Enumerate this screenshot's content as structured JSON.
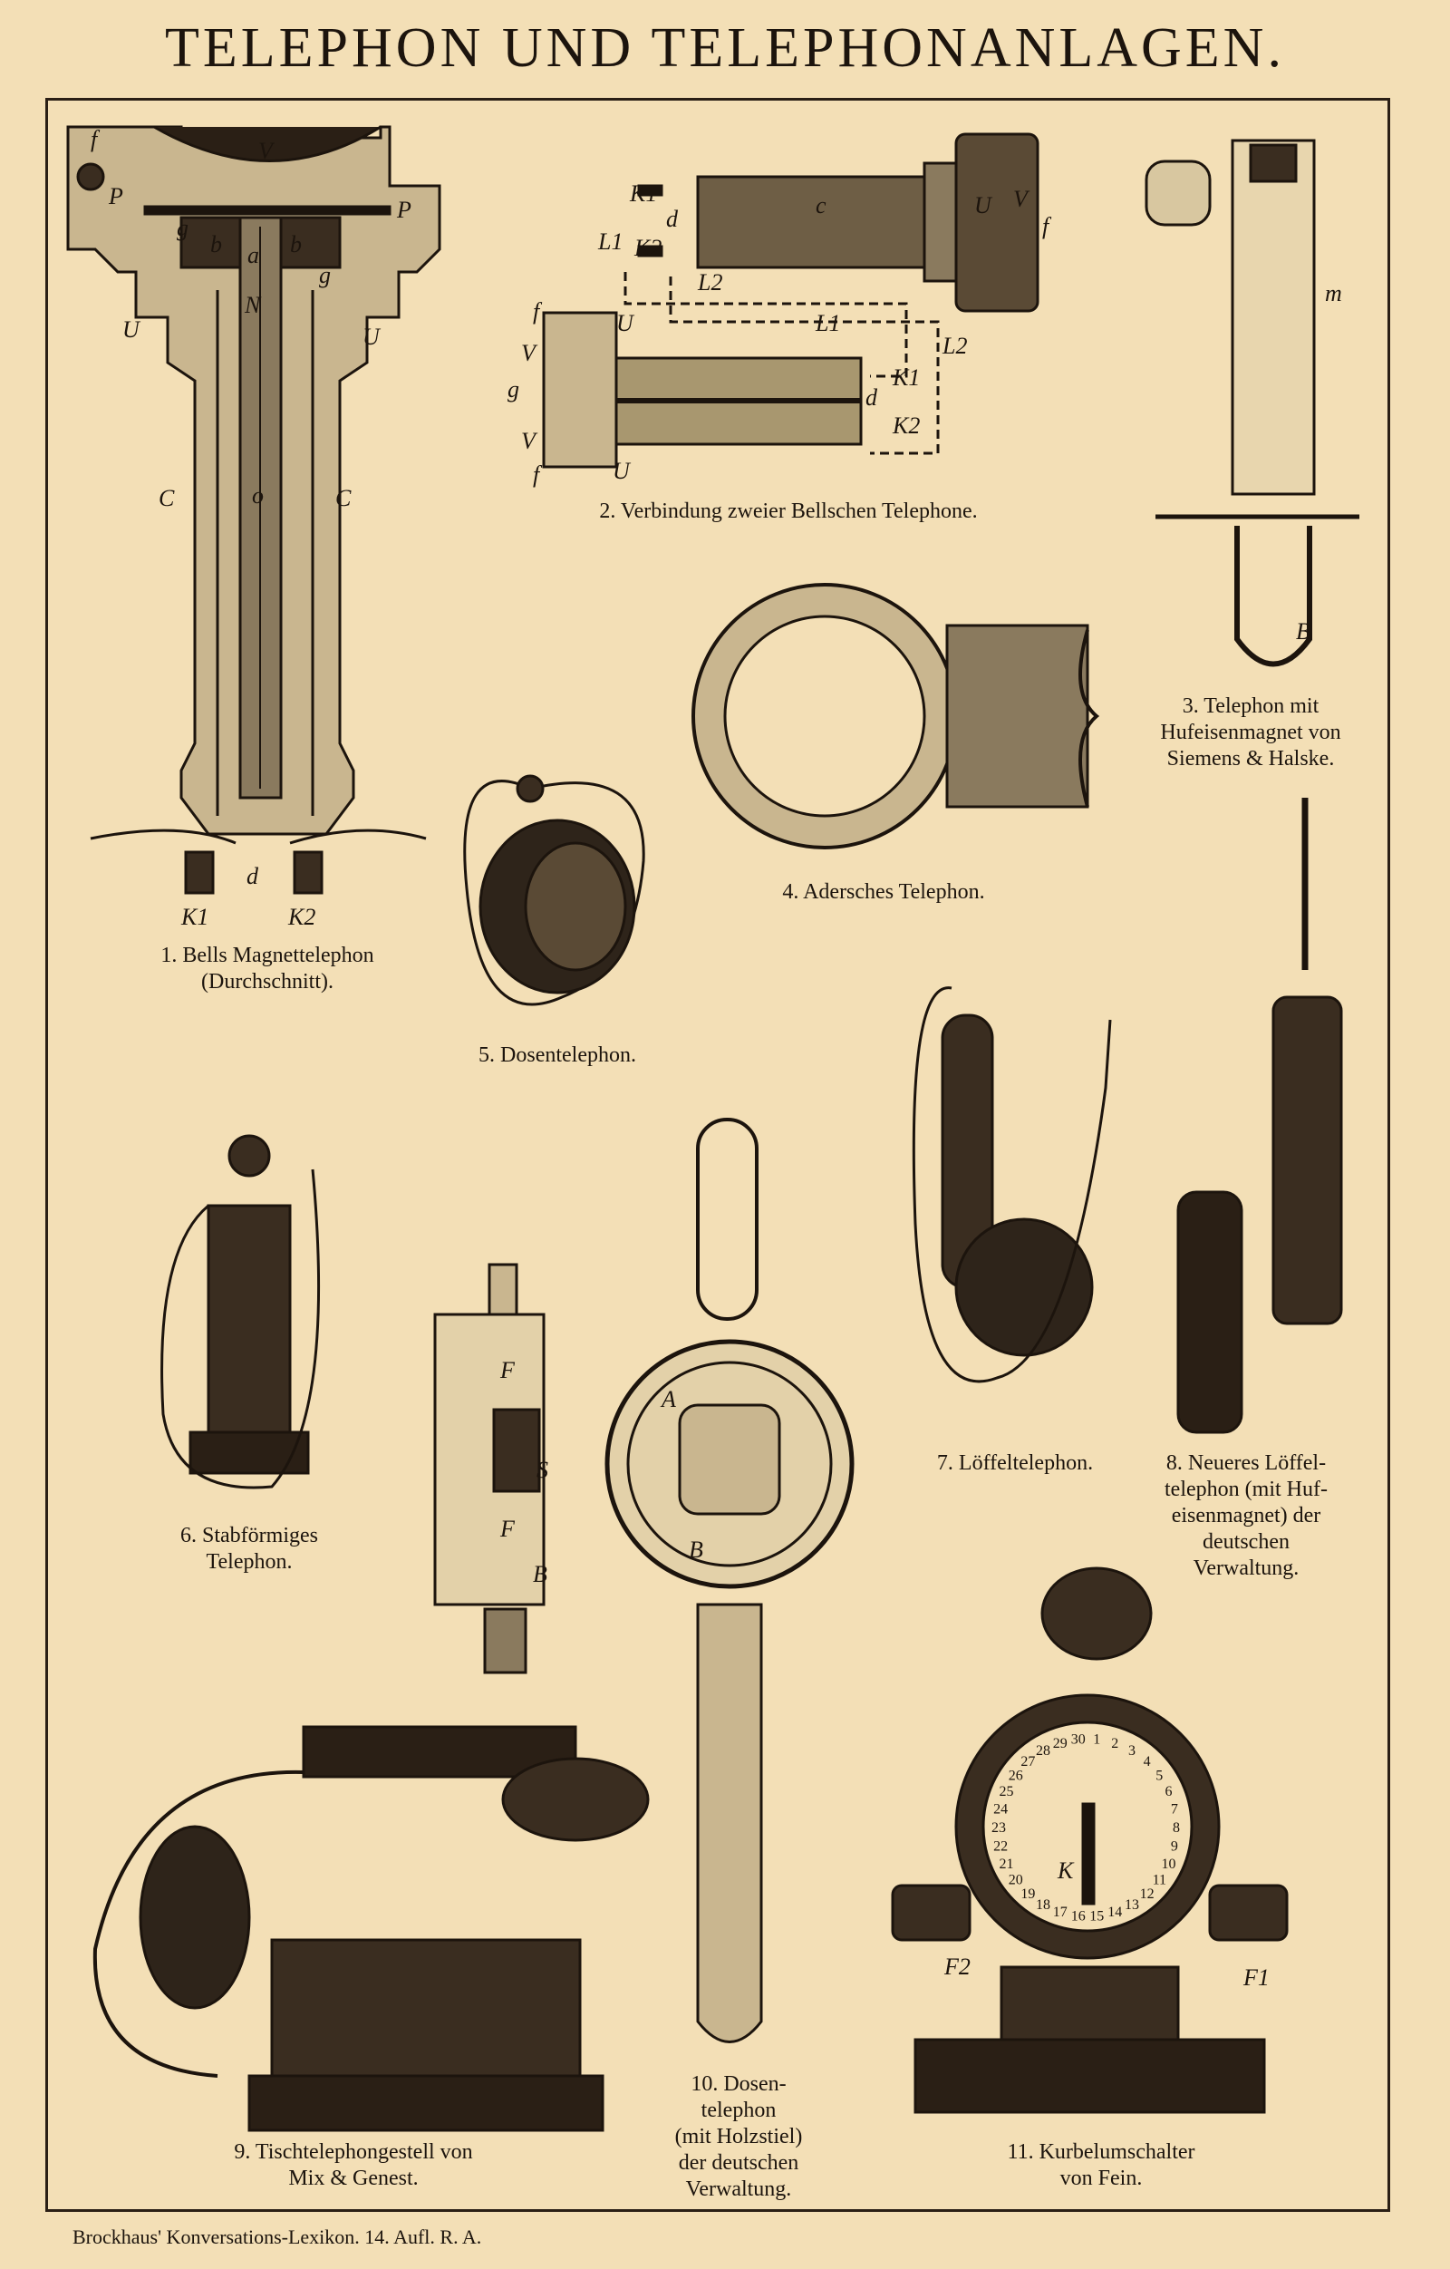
{
  "title": "TELEPHON UND TELEPHONANLAGEN.",
  "figures": [
    {
      "id": 1,
      "lines": [
        "1. Bells Magnettelephon",
        "(Durchschnitt)."
      ]
    },
    {
      "id": 2,
      "lines": [
        "2. Verbindung zweier Bellschen Telephone."
      ]
    },
    {
      "id": 3,
      "lines": [
        "3. Telephon mit",
        "Hufeisenmagnet von",
        "Siemens & Halske."
      ]
    },
    {
      "id": 4,
      "lines": [
        "4. Adersches Telephon."
      ]
    },
    {
      "id": 5,
      "lines": [
        "5. Dosentelephon."
      ]
    },
    {
      "id": 6,
      "lines": [
        "6. Stabförmiges",
        "Telephon."
      ]
    },
    {
      "id": 7,
      "lines": [
        "7. Löffeltelephon."
      ]
    },
    {
      "id": 8,
      "lines": [
        "8. Neueres Löffel-",
        "telephon (mit Huf-",
        "eisenmagnet) der",
        "deutschen",
        "Verwaltung."
      ]
    },
    {
      "id": 9,
      "lines": [
        "9. Tischtelephongestell von",
        "Mix & Genest."
      ]
    },
    {
      "id": 10,
      "lines": [
        "10. Dosen-",
        "telephon",
        "(mit Holzstiel)",
        "der deutschen",
        "Verwaltung."
      ]
    },
    {
      "id": 11,
      "lines": [
        "11. Kurbelumschalter",
        "von Fein."
      ]
    }
  ],
  "labels": {
    "fig1": [
      "f",
      "V",
      "P",
      "P",
      "U",
      "U",
      "b",
      "a",
      "b",
      "g",
      "g",
      "N",
      "C",
      "C",
      "o",
      "d",
      "K1",
      "K2"
    ],
    "fig2": [
      "K1",
      "K2",
      "d",
      "c",
      "U",
      "V",
      "f",
      "L1",
      "L2",
      "L1",
      "L2",
      "f",
      "V",
      "g",
      "V",
      "U",
      "K1",
      "K2",
      "d",
      "f",
      "U"
    ],
    "fig3": [
      "m",
      "B"
    ],
    "fig10": [
      "A",
      "B"
    ],
    "fig11": [
      "F2",
      "F1",
      "K"
    ],
    "fig_switch": [
      "F",
      "F",
      "S",
      "B"
    ],
    "dial_numbers": [
      "1",
      "2",
      "3",
      "4",
      "5",
      "6",
      "7",
      "8",
      "9",
      "10",
      "11",
      "12",
      "13",
      "14",
      "15",
      "16",
      "17",
      "18",
      "19",
      "20",
      "21",
      "22",
      "23",
      "24",
      "25",
      "26",
      "27",
      "28",
      "29",
      "30"
    ]
  },
  "footer": "Brockhaus' Konversations-Lexikon.  14. Aufl.  R. A."
}
